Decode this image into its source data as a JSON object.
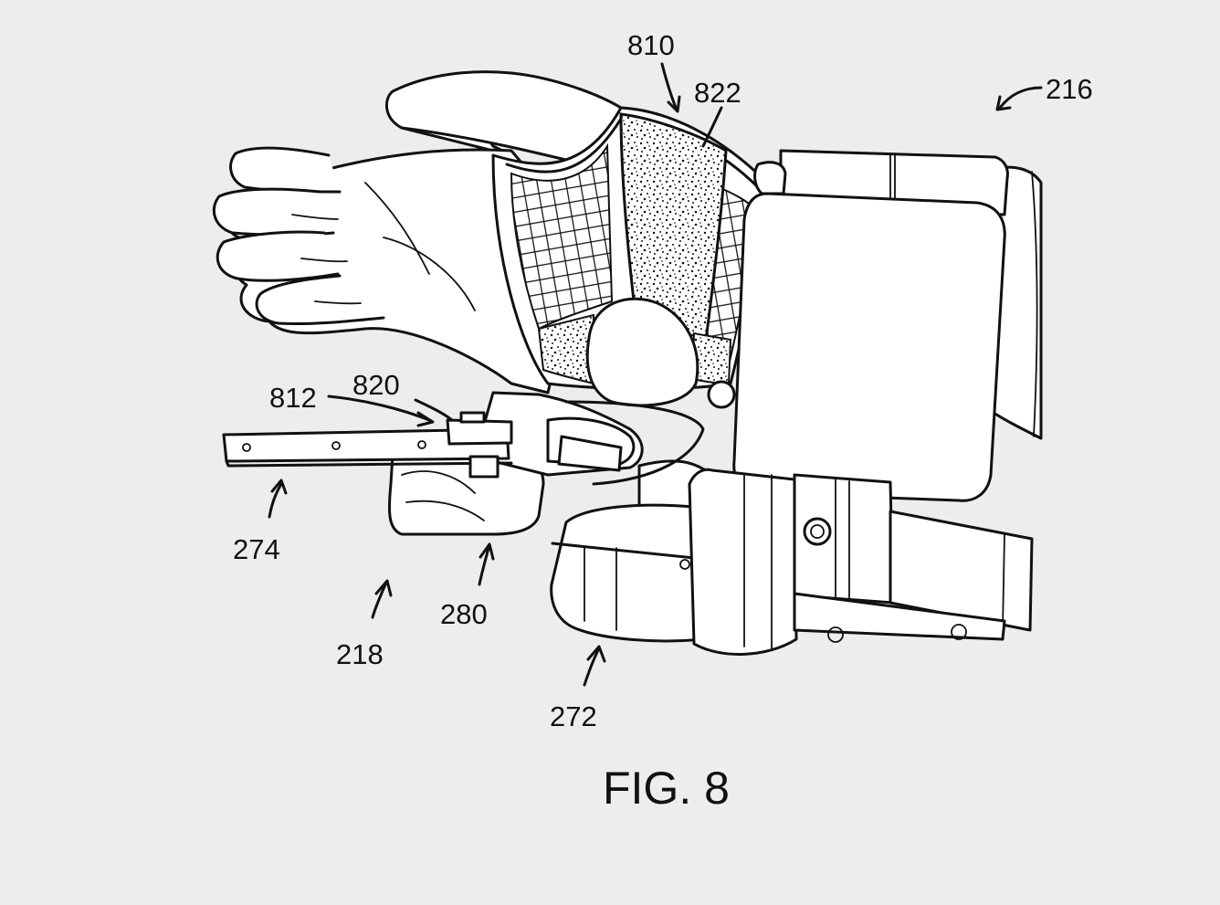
{
  "figure": {
    "caption": "FIG. 8",
    "reference_numerals": {
      "n810": "810",
      "n822": "822",
      "n216": "216",
      "n812": "812",
      "n820": "820",
      "n274": "274",
      "n280": "280",
      "n218": "218",
      "n272": "272"
    }
  },
  "colors": {
    "background": "#ededed",
    "line": "#111111",
    "fill": "#ffffff"
  }
}
